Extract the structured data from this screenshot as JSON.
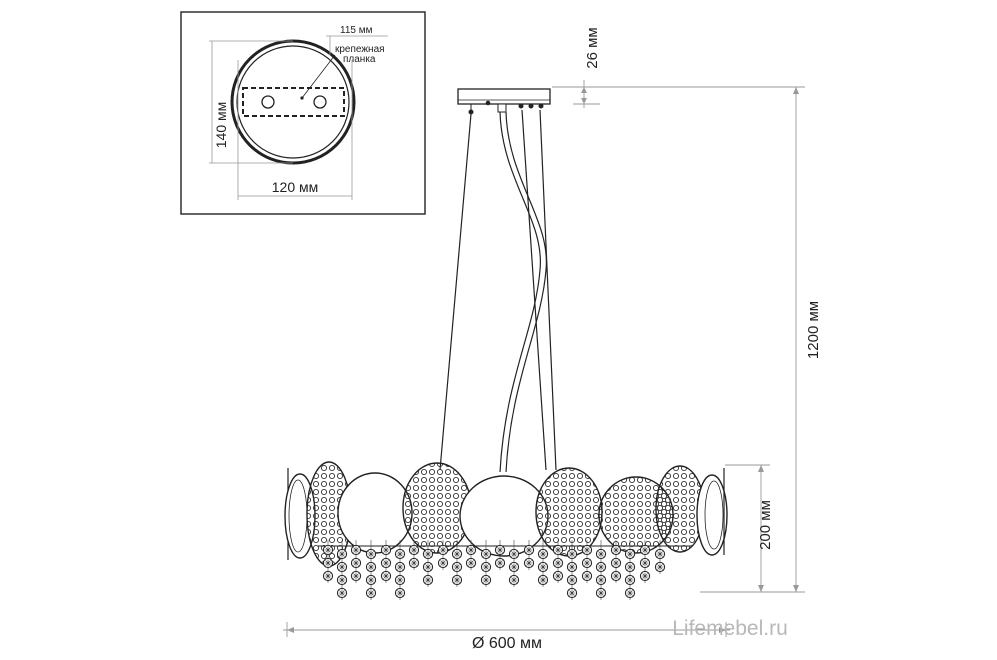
{
  "inset": {
    "plate_width_label": "115 мм",
    "plate_note_line1": "крепежная",
    "plate_note_line2": "планка",
    "height_label": "140 мм",
    "width_label": "120 мм"
  },
  "dimensions": {
    "canopy_height": "26 мм",
    "total_height": "1200 мм",
    "body_height": "200 мм",
    "diameter": "Ø 600 мм"
  },
  "watermark": "Lifemebel.ru",
  "colors": {
    "line": "#222222",
    "watermark": "#b8b8b8"
  },
  "icons": {
    "plate": "mounting-plate-icon",
    "chandelier": "chandelier-drawing"
  }
}
